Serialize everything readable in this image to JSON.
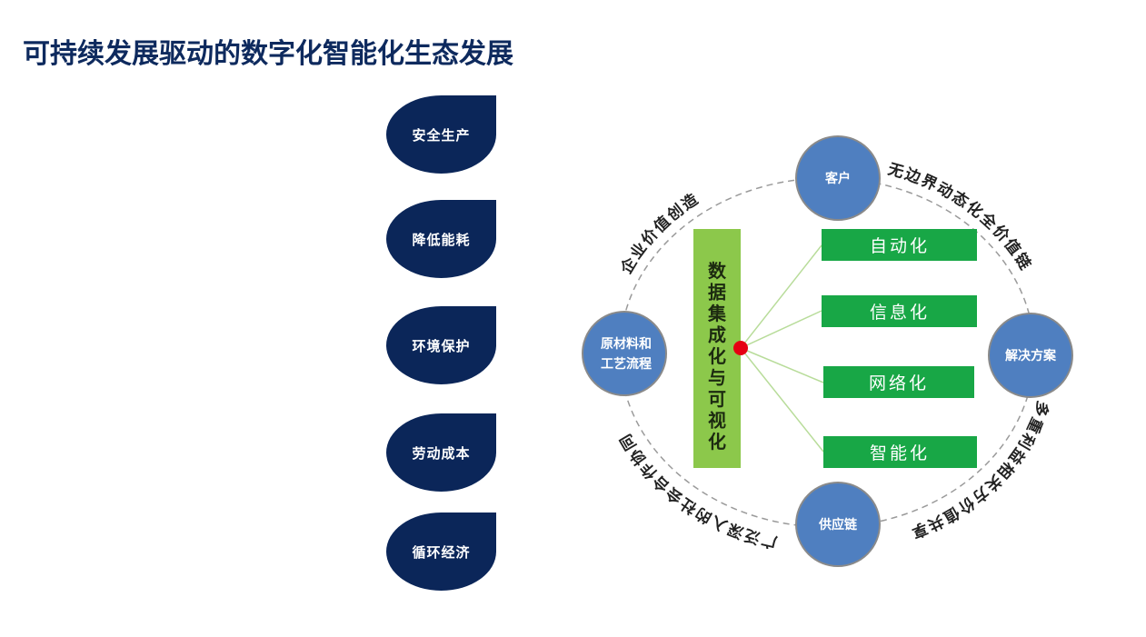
{
  "title": "可持续发展驱动的数字化智能化生态发展",
  "goals": [
    "安全生产",
    "降低能耗",
    "环境保护",
    "劳动成本",
    "循环经济"
  ],
  "nodes": {
    "top": "客户",
    "right": "解决方案",
    "bottom": "供应链",
    "left_line1": "原材料和",
    "left_line2": "工艺流程"
  },
  "arcs": {
    "top_left": "企业价值创造",
    "top_right": "无边界动态化全价值链",
    "bottom_right": "多重利益相关方价值共享",
    "bottom_left": "广泛深入的社会合作协同"
  },
  "center_bar": "数据集成化与可视化",
  "boxes": [
    "自动化",
    "信息化",
    "网络化",
    "智能化"
  ],
  "colors": {
    "navy": "#0b2659",
    "node": "#4f7fc0",
    "green": "#18a746",
    "light_green": "#8cc84b",
    "dot": "#e60012"
  }
}
